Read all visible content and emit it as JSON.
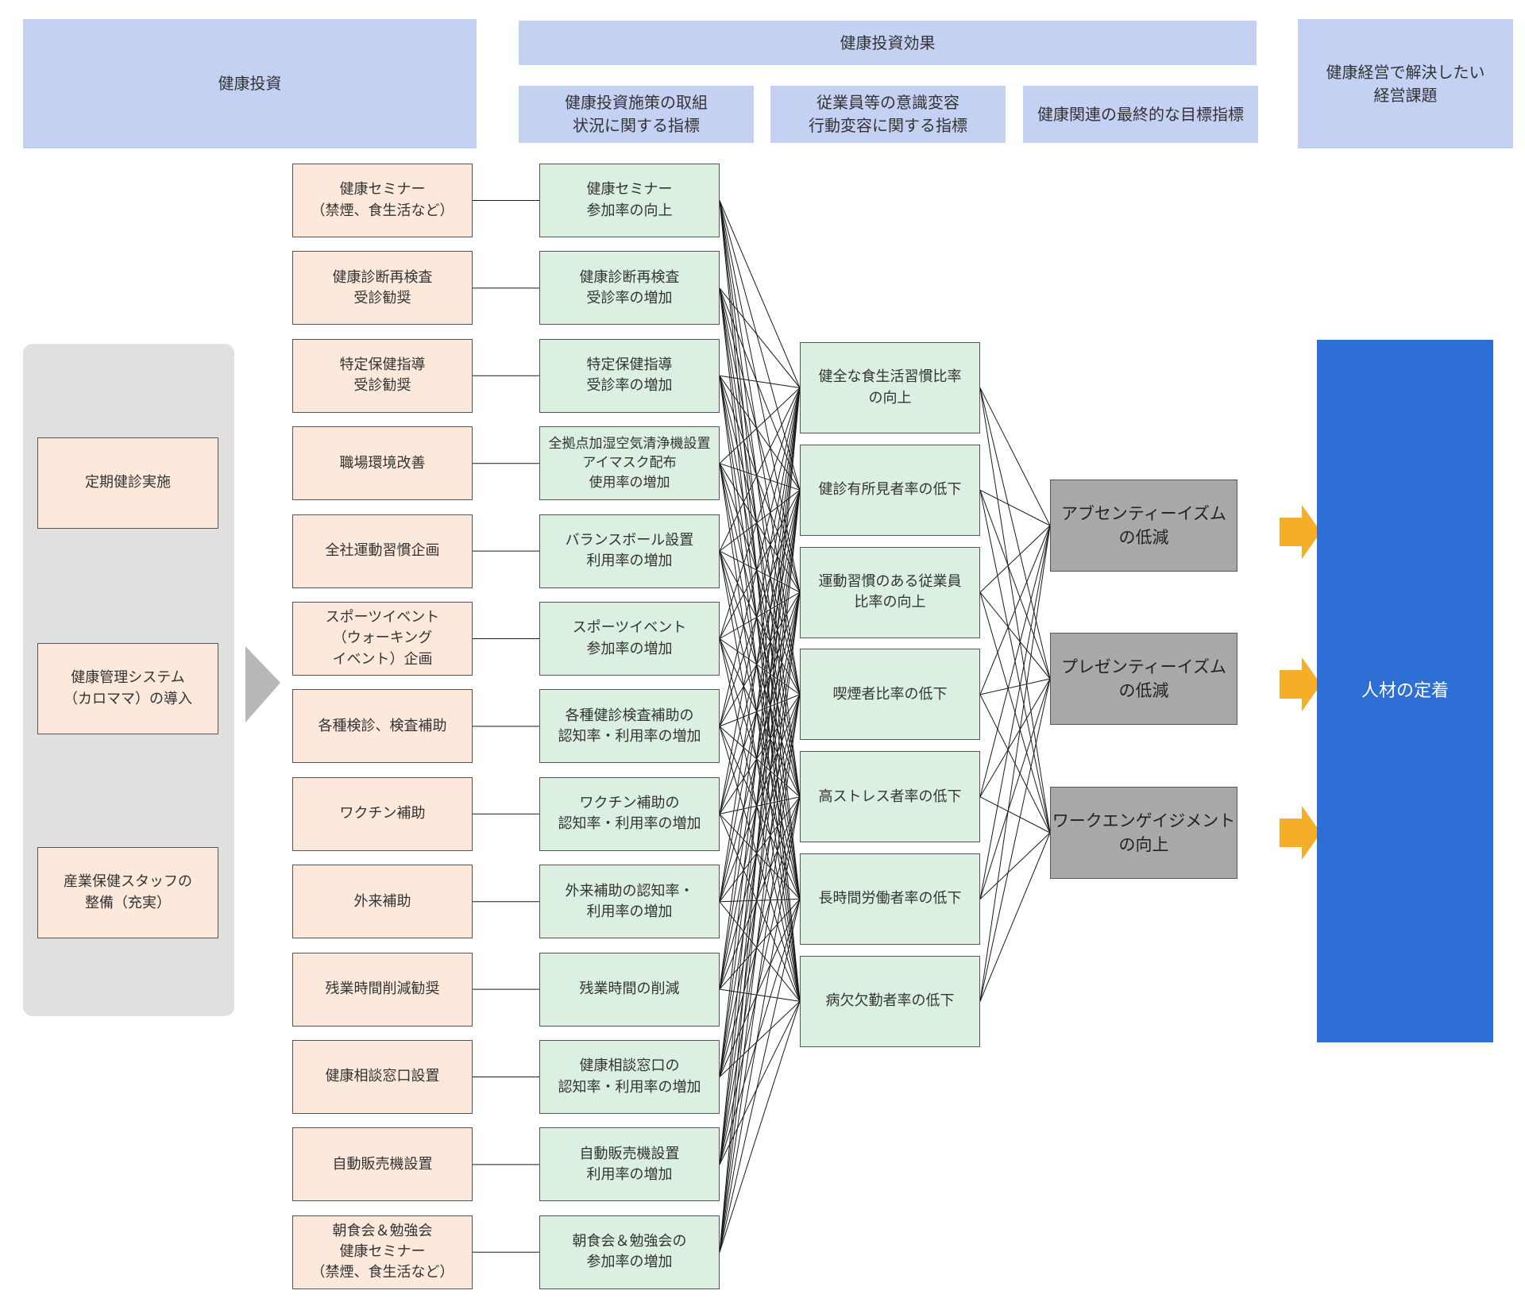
{
  "headers": {
    "investment": "健康投資",
    "effect": "健康投資効果",
    "effect_sub1": "健康投資施策の取組\n状況に関する指標",
    "effect_sub2": "従業員等の意識変容\n行動変容に関する指標",
    "effect_sub3": "健康関連の最終的な目標指標",
    "issue": "健康経営で解決したい\n経営課題"
  },
  "foundation": [
    "定期健診実施",
    "健康管理システム\n（カロママ）の導入",
    "産業保健スタッフの\n整備（充実）"
  ],
  "investments": [
    "健康セミナー\n（禁煙、食生活など）",
    "健康診断再検査\n受診勧奨",
    "特定保健指導\n受診勧奨",
    "職場環境改善",
    "全社運動習慣企画",
    "スポーツイベント\n（ウォーキング\nイベント）企画",
    "各種検診、検査補助",
    "ワクチン補助",
    "外来補助",
    "残業時間削減勧奨",
    "健康相談窓口設置",
    "自動販売機設置",
    "朝食会＆勉強会\n健康セミナー\n（禁煙、食生活など）"
  ],
  "indicators": [
    "健康セミナー\n参加率の向上",
    "健康診断再検査\n受診率の増加",
    "特定保健指導\n受診率の増加",
    "全拠点加湿空気清浄機設置\nアイマスク配布\n使用率の増加",
    "バランスボール設置\n利用率の増加",
    "スポーツイベント\n参加率の増加",
    "各種健診検査補助の\n認知率・利用率の増加",
    "ワクチン補助の\n認知率・利用率の増加",
    "外来補助の認知率・\n利用率の増加",
    "残業時間の削減",
    "健康相談窓口の\n認知率・利用率の増加",
    "自動販売機設置\n利用率の増加",
    "朝食会＆勉強会の\n参加率の増加"
  ],
  "behaviors": [
    "健全な食生活習慣比率\nの向上",
    "健診有所見者率の低下",
    "運動習慣のある従業員\n比率の向上",
    "喫煙者比率の低下",
    "高ストレス者率の低下",
    "長時間労働者率の低下",
    "病欠欠勤者率の低下"
  ],
  "effects": [
    "アブセンティーイズム\nの低減",
    "プレゼンティーイズム\nの低減",
    "ワークエンゲイジメント\nの向上"
  ],
  "goal": "人材の定着",
  "colors": {
    "header": "#c5d1f3",
    "investment_box": "#fde9dc",
    "indicator_box": "#dcf0e2",
    "effect_box": "#a9a9a9",
    "goal_box": "#2e6fd6",
    "arrow": "#f5ad2a",
    "chevron": "#b8b8b8"
  },
  "icons": {
    "flow_chevron": "chevron-right-icon",
    "effect_arrow": "arrow-right-icon"
  }
}
